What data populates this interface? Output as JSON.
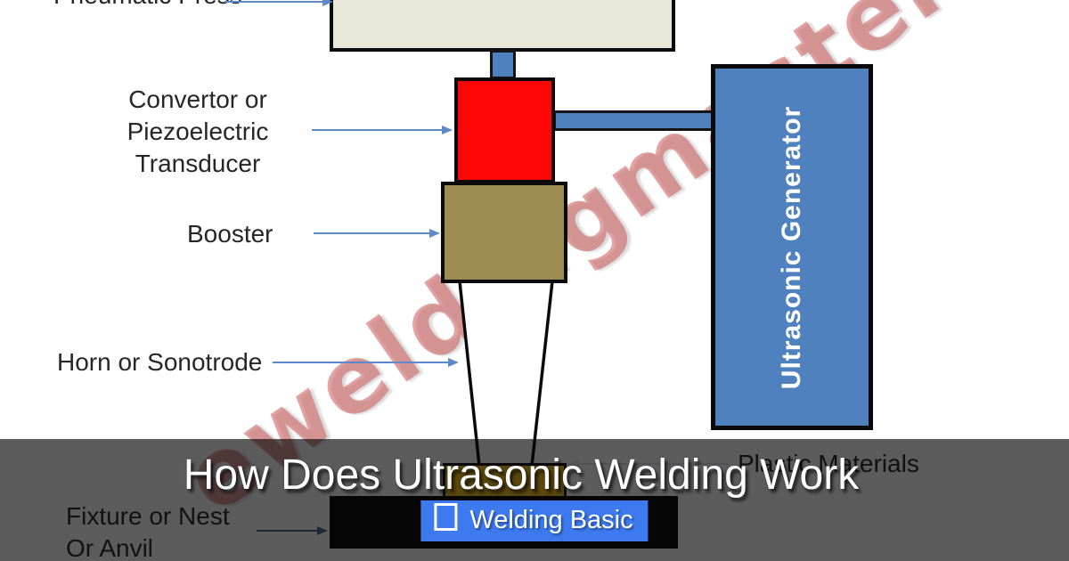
{
  "title_bar": {
    "title": "How Does Ultrasonic Welding Work",
    "badge_label": "Welding Basic",
    "badge_icon": "square-outline-icon"
  },
  "watermark": {
    "text": "eweldingmaster.co"
  },
  "diagram": {
    "generator_label": "Ultrasonic Generator",
    "labels": {
      "pneumatic_press": "Pneumatic Press",
      "transducer": [
        "Convertor or",
        "Piezoelectric",
        "Transducer"
      ],
      "booster": "Booster",
      "horn": "Horn or Sonotrode",
      "fixture": [
        "Fixture or Nest",
        "Or Anvil"
      ],
      "plastic": "Plastic Materials"
    },
    "colors": {
      "box_blue": "#5081bf",
      "transducer_red": "#fc0606",
      "press_beige": "#e9e7d8",
      "booster_olive": "#9c8c52",
      "welded_gold": "#f5c21a",
      "anvil_black": "#000000",
      "horn_white": "#ffffff",
      "badge_blue": "#3d7af0",
      "watermark_red": "#cd5050",
      "arrow_blue": "#5d89c8",
      "overlay_black": "#080808"
    }
  }
}
